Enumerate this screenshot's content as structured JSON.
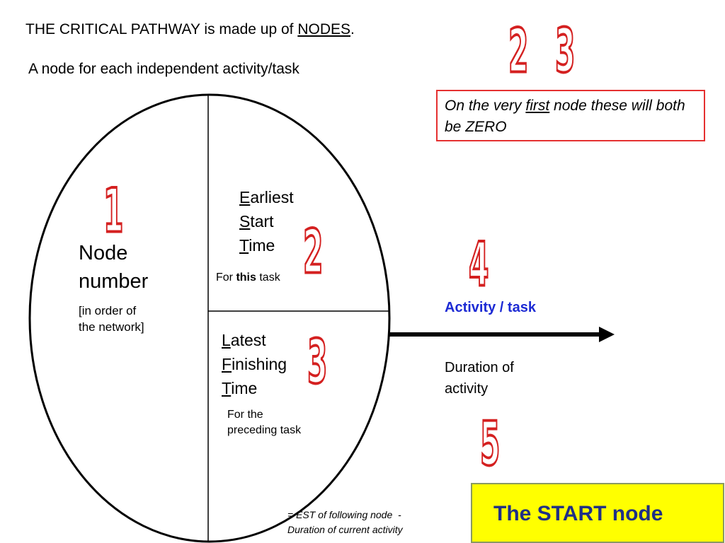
{
  "title": {
    "before": "THE CRITICAL PATHWAY is made up of ",
    "underlined": "NODES",
    "after": "."
  },
  "subtitle": "A node for each independent activity/task",
  "note": {
    "before": "On the very ",
    "underlined": "first",
    "after": " node these will both be ZERO"
  },
  "node": {
    "label_line1": "Node",
    "label_line2": "number",
    "order_line1": "[in order of",
    "order_line2": "the network]"
  },
  "est": {
    "line1_initial": "E",
    "line1_rest": "arliest",
    "line2_initial": "S",
    "line2_rest": "tart",
    "line3_initial": "T",
    "line3_rest": "ime",
    "note_before": "For ",
    "note_bold": "this",
    "note_after": " task"
  },
  "lft": {
    "line1_initial": "L",
    "line1_rest": "atest",
    "line2_initial": "F",
    "line2_rest": "inishing",
    "line3_initial": "T",
    "line3_rest": "ime",
    "note_line1": "For the",
    "note_line2": "preceding task"
  },
  "activity_label": "Activity / task",
  "duration": {
    "line1": "Duration of",
    "line2": "activity"
  },
  "formula": {
    "line1": "= EST of following node  -",
    "line2": "Duration of current activity"
  },
  "start_node": "The START node",
  "numbers": {
    "n1": "1",
    "n2": "2",
    "n3": "3",
    "n4": "4",
    "n5": "5",
    "top2": "2",
    "top3": "3"
  },
  "colors": {
    "number_outline": "#d42020",
    "note_border": "#e53030",
    "activity": "#1c2ad4",
    "start_bg": "#ffff00",
    "start_text": "#1f2f86"
  }
}
